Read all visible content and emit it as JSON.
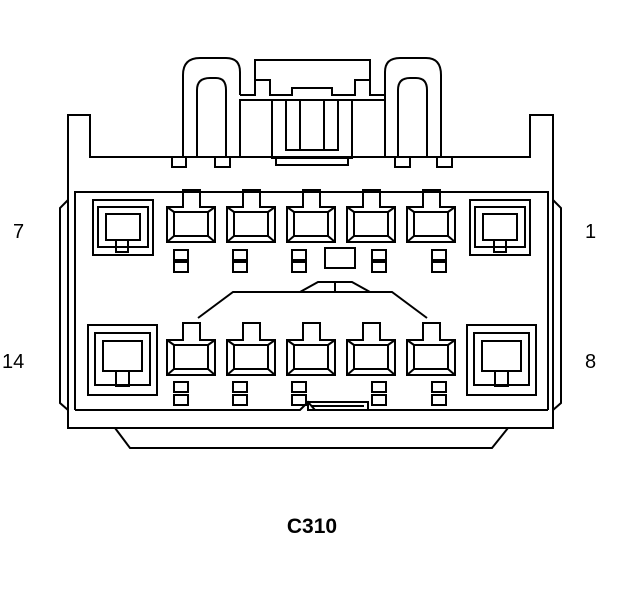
{
  "connector": {
    "name": "C310"
  },
  "pin_labels": {
    "row1_left": "7",
    "row1_right": "1",
    "row2_left": "14",
    "row2_right": "8"
  },
  "colors": {
    "line": "#000000",
    "background": "#ffffff"
  }
}
